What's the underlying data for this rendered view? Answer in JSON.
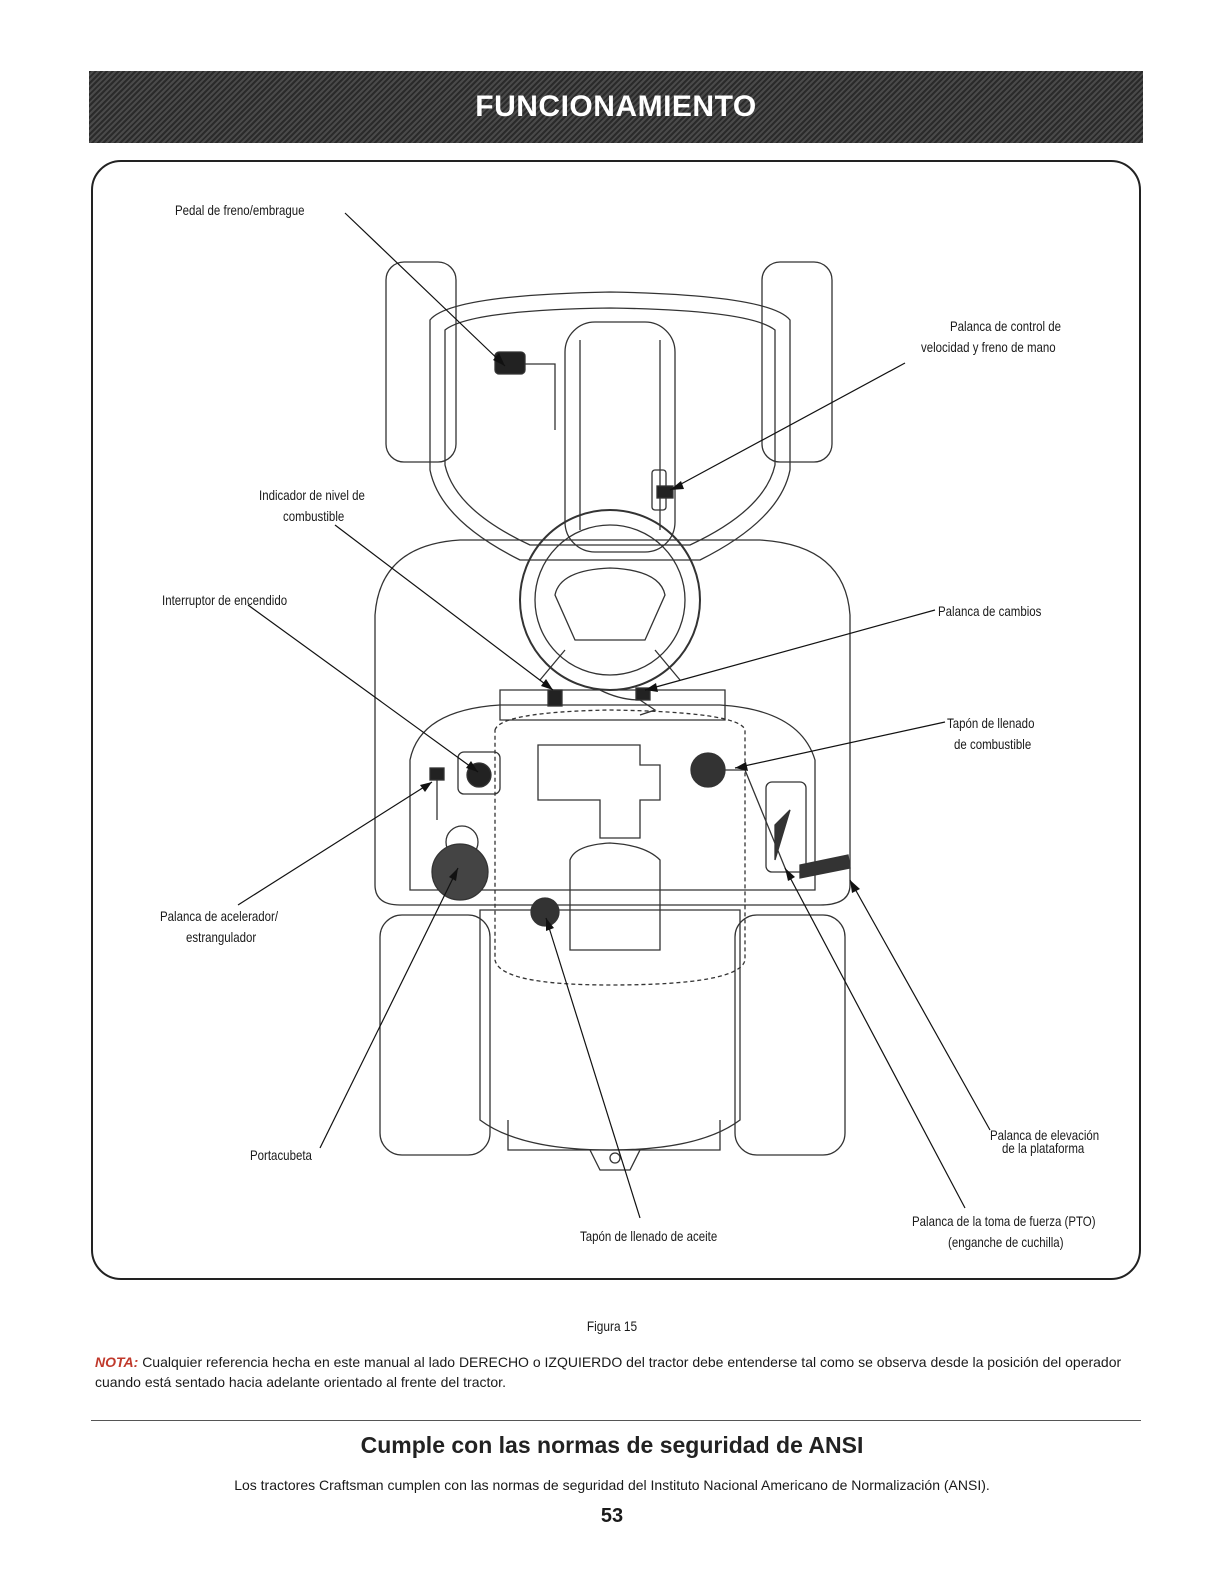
{
  "header": {
    "title": "FUNCIONAMIENTO"
  },
  "figure": {
    "labels": {
      "pedal": "Pedal de freno/embrague",
      "speed_lever_1": "Palanca de control de",
      "speed_lever_2": "velocidad y freno de mano",
      "fuel_gauge_1": "Indicador de nivel de",
      "fuel_gauge_2": "combustible",
      "ignition": "Interruptor de encendido",
      "shift": "Palanca de cambios",
      "fuel_cap_1": "Tapón de llenado",
      "fuel_cap_2": "de combustible",
      "throttle_1": "Palanca de acelerador/",
      "throttle_2": "estrangulador",
      "cupholder": "Portacubeta",
      "deck_lift_1": "Palanca de elevación",
      "deck_lift_2": "de la plataforma",
      "oil_cap": "Tapón de llenado de aceite",
      "pto_1": "Palanca de la toma de fuerza (PTO)",
      "pto_2": "(enganche de cuchilla)"
    },
    "caption": "Figura 15"
  },
  "note": {
    "label": "NOTA:",
    "text": "Cualquier referencia hecha en este manual al lado DERECHO o IZQUIERDO del tractor debe entenderse tal como se observa desde la posición del operador cuando está sentado hacia adelante orientado al frente del tractor."
  },
  "section": {
    "title": "Cumple con las normas de seguridad de ANSI",
    "body": "Los tractores Craftsman cumplen con las normas de seguridad del Instituto Nacional Americano de Normalización (ANSI)."
  },
  "page_number": "53"
}
